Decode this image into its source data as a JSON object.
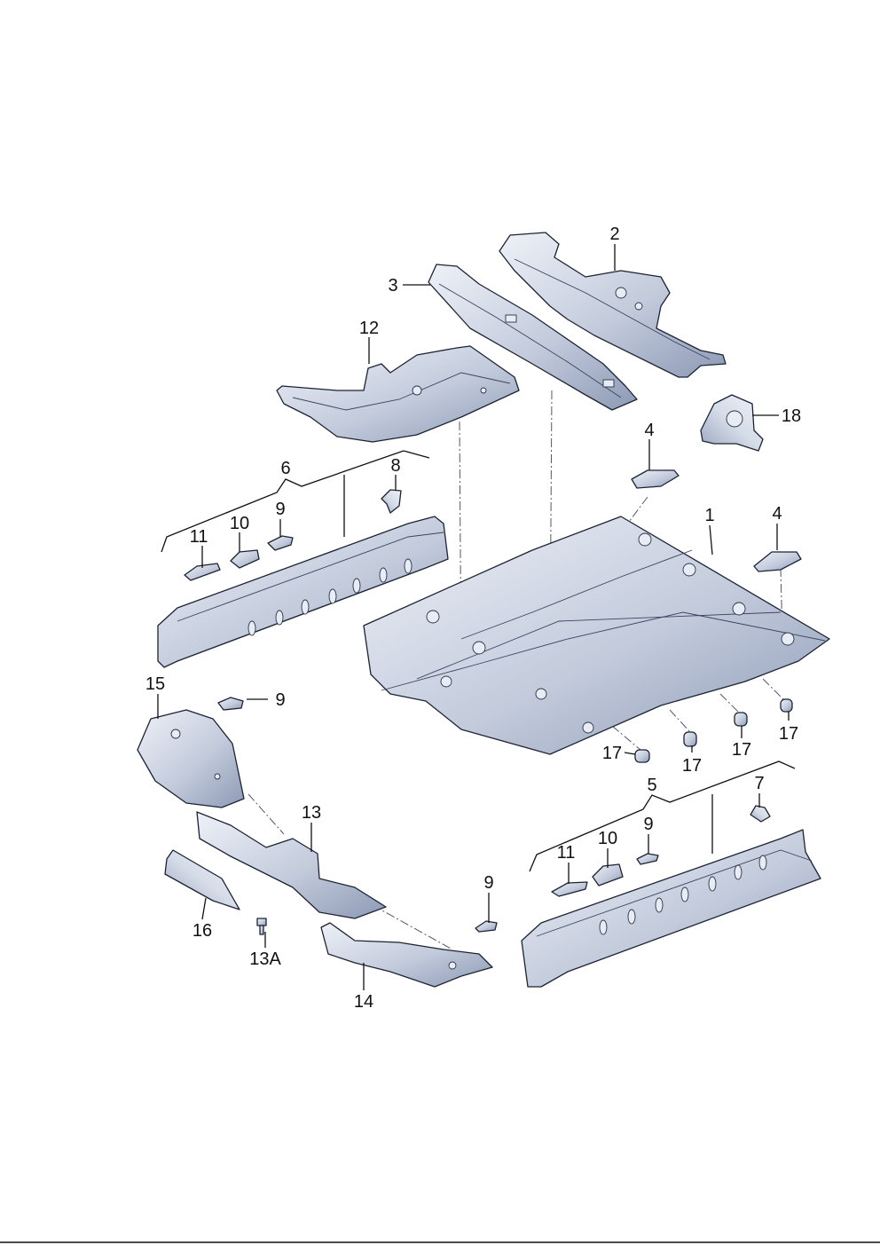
{
  "diagram": {
    "labels": [
      "2",
      "3",
      "12",
      "18",
      "4",
      "6",
      "8",
      "9",
      "10",
      "11",
      "1",
      "4",
      "15",
      "9",
      "17",
      "17",
      "17",
      "17",
      "5",
      "7",
      "13",
      "10",
      "9",
      "11",
      "9",
      "16",
      "13A",
      "14"
    ]
  },
  "colors": {
    "part_light": "#dfe5f0",
    "part_dark": "#8d9ab5",
    "outline": "#1c2333"
  }
}
